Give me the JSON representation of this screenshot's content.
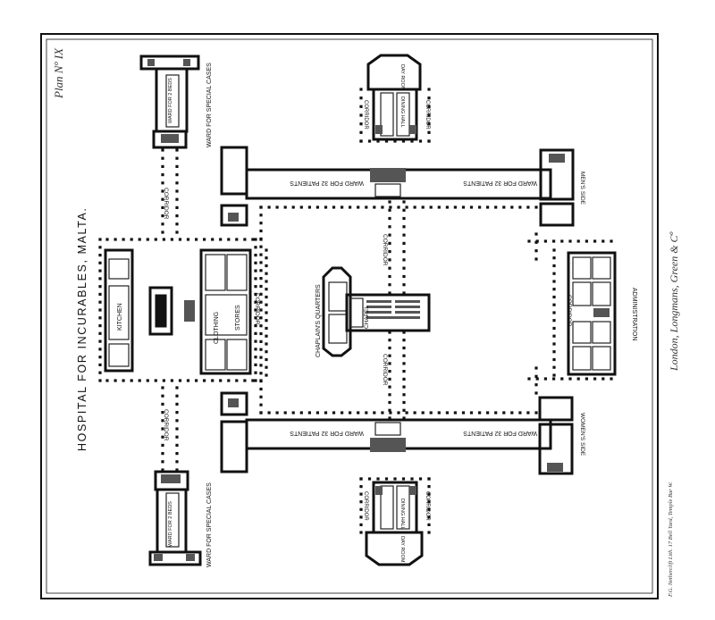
{
  "plate": {
    "plan_number": "Plan Nº IX",
    "title": "HOSPITAL FOR INCURABLES, MALTA.",
    "publisher": "London, Longmans, Green & Cº",
    "engraver": "F.G. Netherclift Lith. 17 Bell Yard, Temple Bar W."
  },
  "labels": {
    "ward_special_top": "WARD FOR SPECIAL CASES",
    "ward_special_bottom": "WARD FOR SPECIAL CASES",
    "ward_for_2_beds_top": "WARD FOR 2 BEDS",
    "ward_for_2_beds_bottom": "WARD FOR 2 BEDS",
    "corridor": "CORRIDOR",
    "kitchen": "KITCHEN",
    "clothing": "CLOTHING",
    "stores": "STORES",
    "chaplains_quarters": "CHAPLAIN'S QUARTERS",
    "chapel": "CHAPEL",
    "ward_32": "WARD FOR 32 PATIENTS",
    "dining_hall": "DINING HALL",
    "day_room": "DAY ROOM",
    "mens_side": "MEN'S SIDE",
    "womens_side": "WOMEN'S SIDE",
    "administration": "ADMINISTRATION"
  }
}
